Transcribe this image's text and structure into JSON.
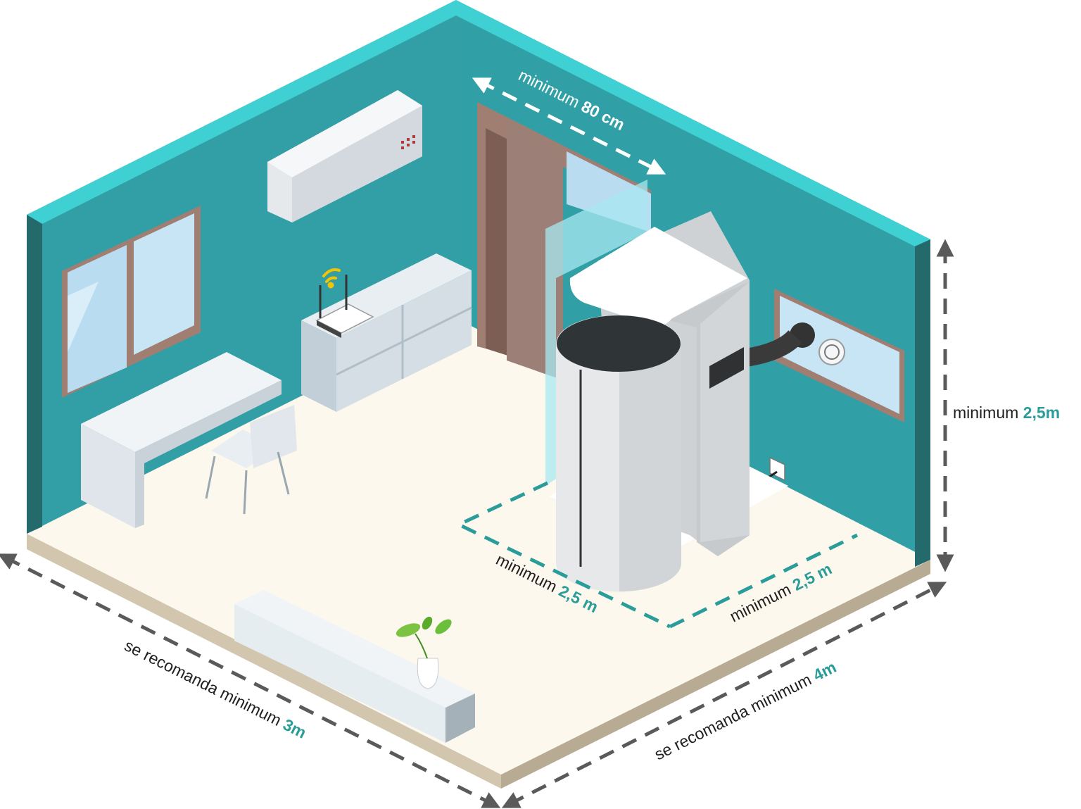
{
  "labels": {
    "door_width": {
      "prefix": "minimum",
      "value": "80 cm"
    },
    "ceiling_height": {
      "prefix": "minimum",
      "value": "2,5m"
    },
    "clearance_left": {
      "prefix": "minimum",
      "value": "2,5 m"
    },
    "clearance_right": {
      "prefix": "minimum",
      "value": "2,5 m"
    },
    "room_width": {
      "prefix": "se recomanda minimum",
      "value": "3m"
    },
    "room_depth": {
      "prefix": "se recomanda minimum",
      "value": "4m"
    }
  },
  "colors": {
    "wall": "#329fa6",
    "wall_top": "#3fd0d3",
    "wall_edge": "#246a6c",
    "floor": "#fcf8ee",
    "floor_edge": "#d2c6ae",
    "accent": "#2a9d9a",
    "dashed": "#555555"
  }
}
